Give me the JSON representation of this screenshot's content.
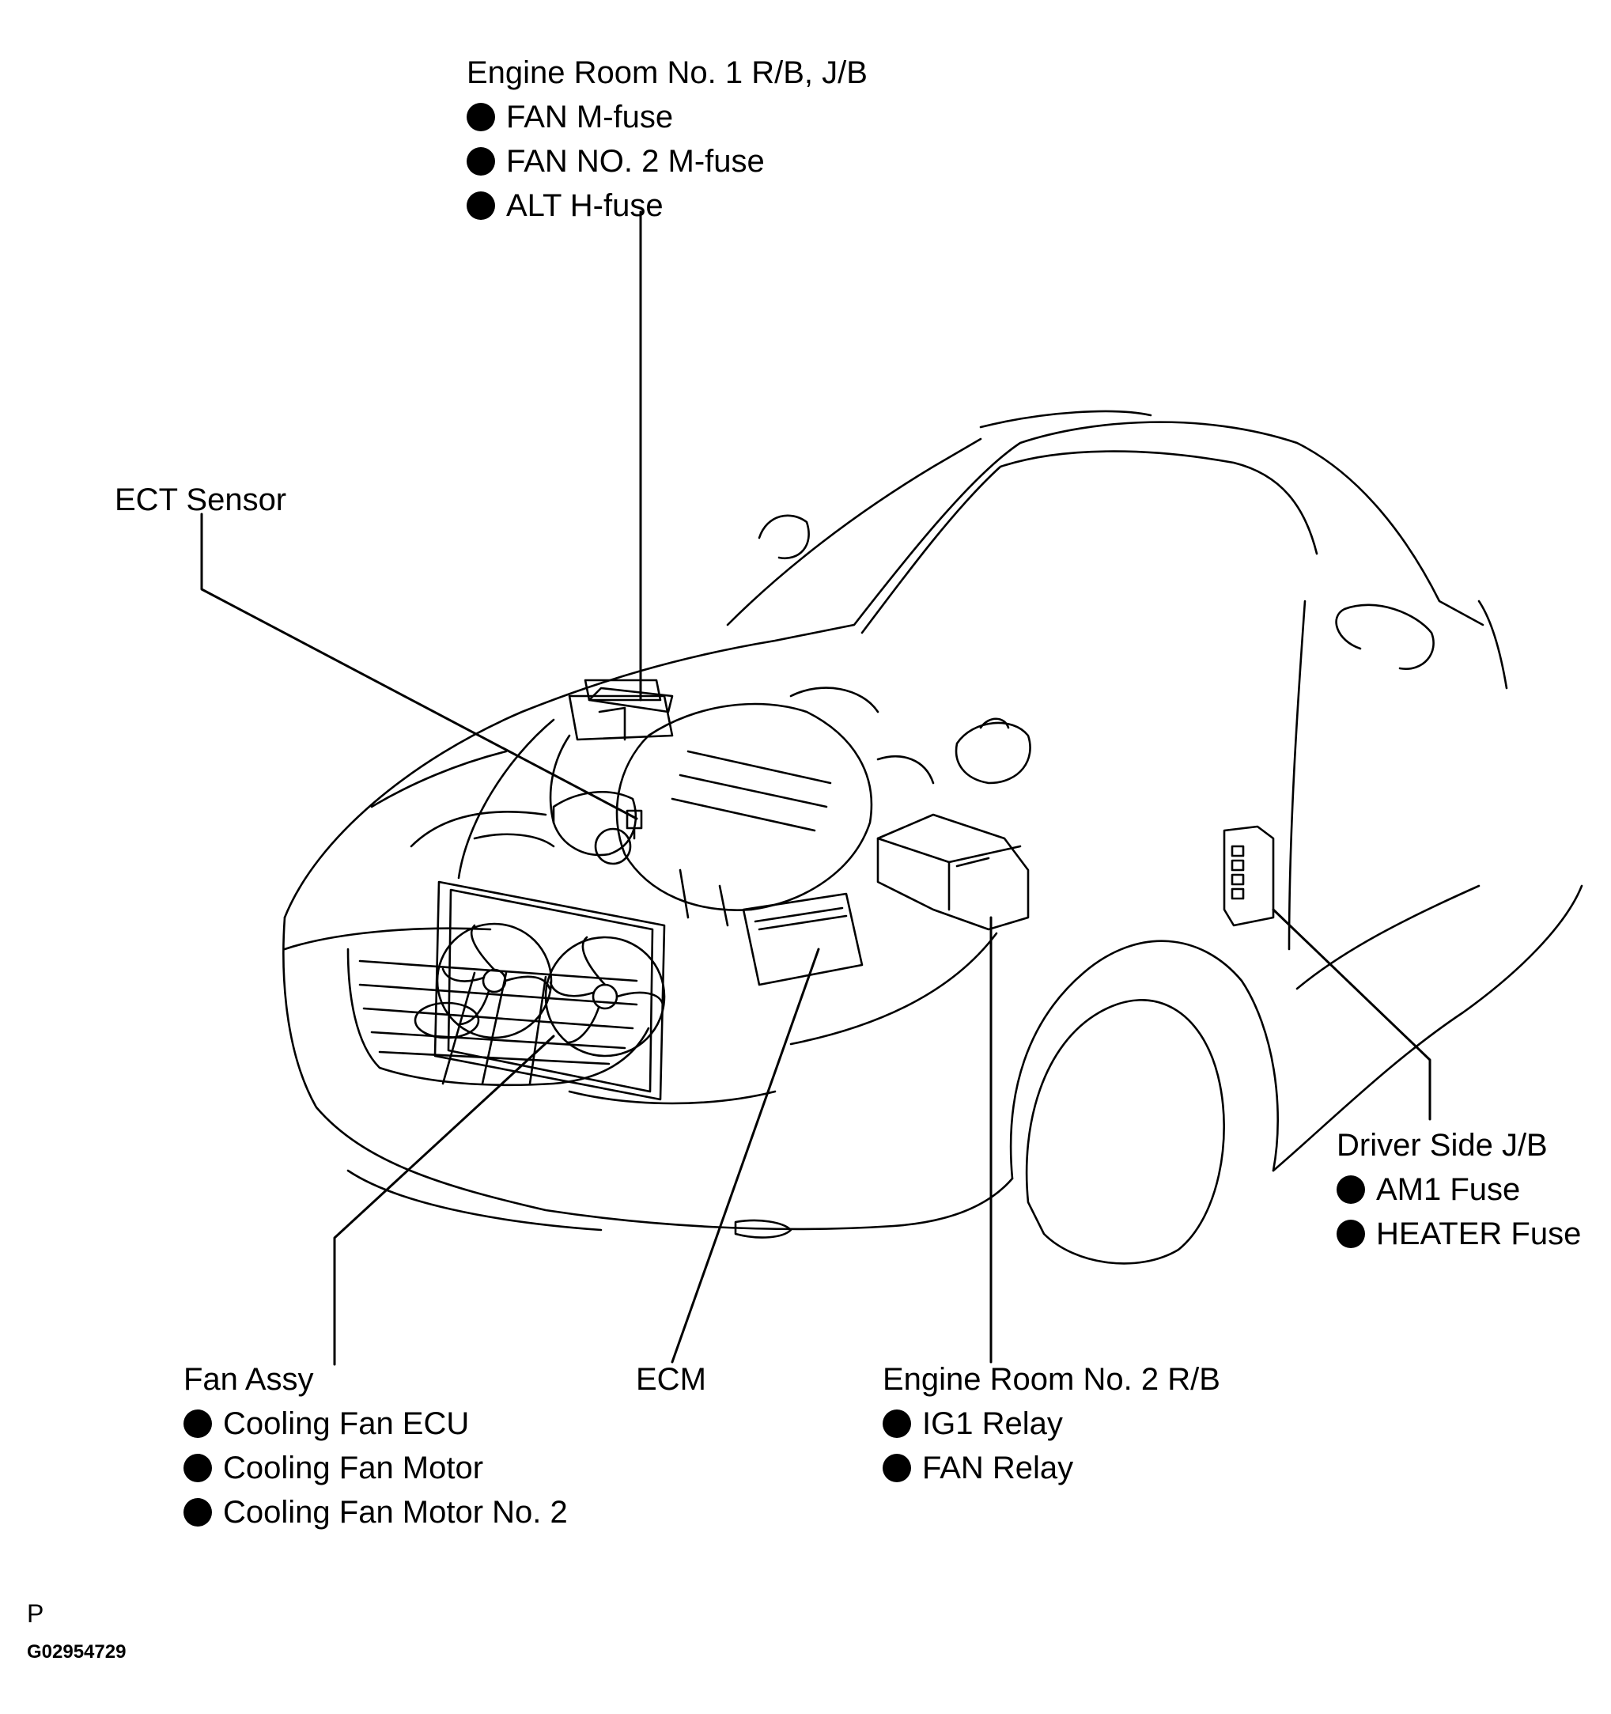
{
  "labels": {
    "engine_room_1": {
      "title": "Engine Room No. 1 R/B, J/B",
      "items": [
        "FAN  M-fuse",
        "FAN NO. 2 M-fuse",
        "ALT  H-fuse"
      ]
    },
    "ect_sensor": {
      "title": "ECT Sensor"
    },
    "driver_side_jb": {
      "title": "Driver Side J/B",
      "items": [
        "AM1 Fuse",
        "HEATER Fuse"
      ]
    },
    "fan_assy": {
      "title": "Fan Assy",
      "items": [
        "Cooling Fan ECU",
        "Cooling Fan Motor",
        "Cooling Fan Motor No. 2"
      ]
    },
    "ecm": {
      "title": "ECM"
    },
    "engine_room_2": {
      "title": "Engine Room No. 2 R/B",
      "items": [
        "IG1 Relay",
        "FAN Relay"
      ]
    }
  },
  "page_tag": "P",
  "figure_code": "G02954729"
}
